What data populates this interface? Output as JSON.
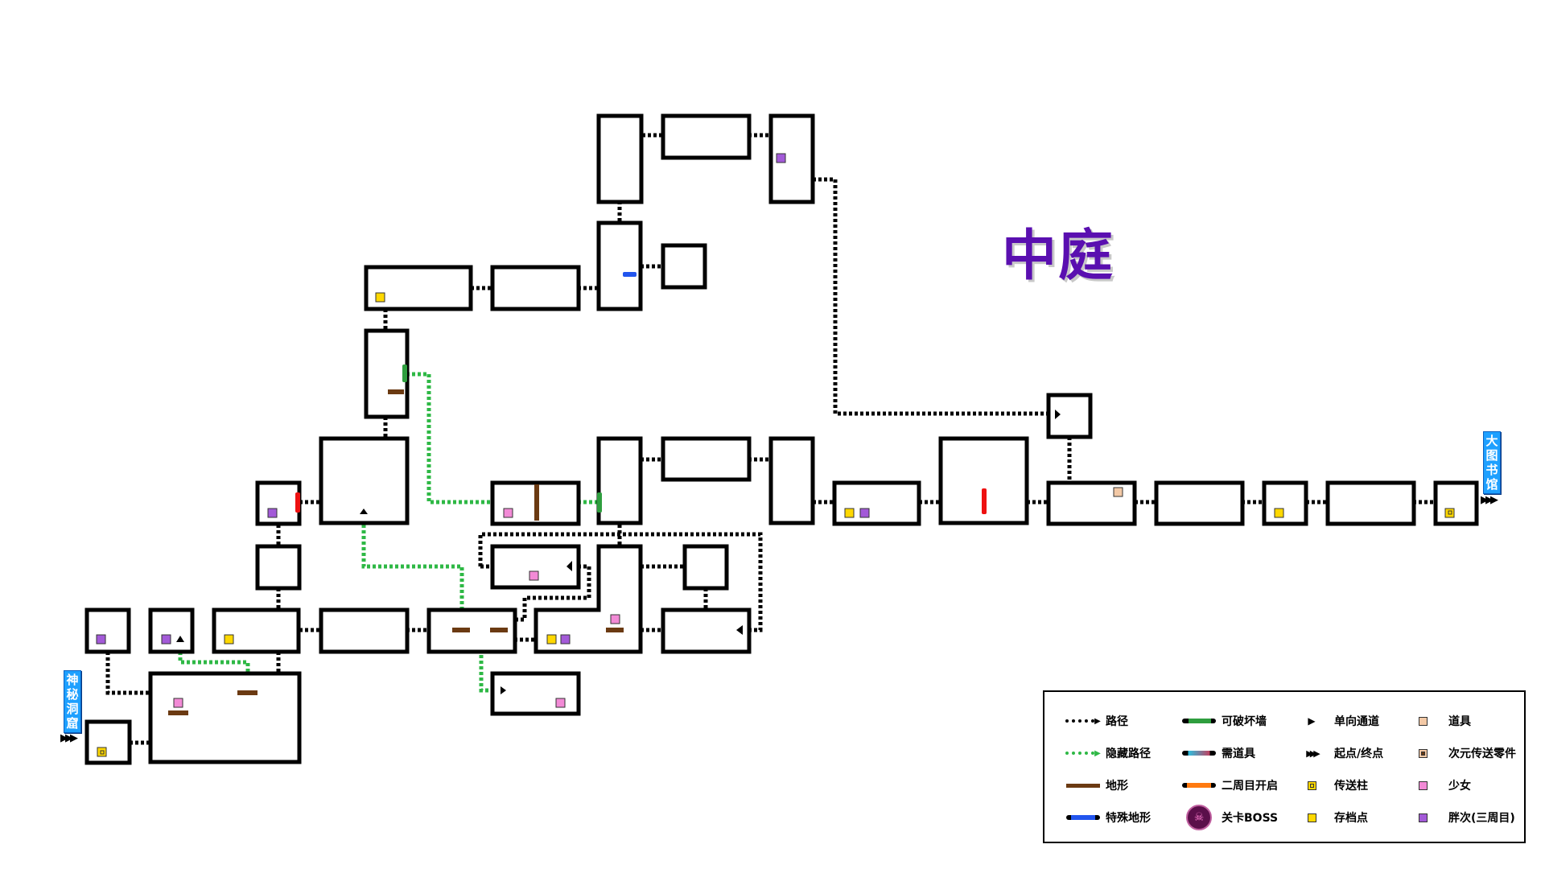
{
  "title": "中庭",
  "exits": {
    "left": {
      "label": "神秘洞窟",
      "chars": [
        "神",
        "秘",
        "洞",
        "窟"
      ]
    },
    "right": {
      "label": "大图书馆",
      "chars": [
        "大",
        "图",
        "书",
        "馆"
      ]
    }
  },
  "legend": [
    {
      "key": "path",
      "label": "路径",
      "icon": "dotted-arrow-icon"
    },
    {
      "key": "breakable-wall",
      "label": "可破坏墙",
      "icon": "green-bar-icon"
    },
    {
      "key": "one-way",
      "label": "单向通道",
      "icon": "triangle-right-icon"
    },
    {
      "key": "item",
      "label": "道具",
      "icon": "tan-square-icon"
    },
    {
      "key": "hidden-path",
      "label": "隐藏路径",
      "icon": "green-dotted-arrow-icon"
    },
    {
      "key": "needs-item",
      "label": "需道具",
      "icon": "gradient-bar-icon"
    },
    {
      "key": "start-end",
      "label": "起点/终点",
      "icon": "triple-arrow-icon"
    },
    {
      "key": "dimension-part",
      "label": "次元传送零件",
      "icon": "framed-brown-square-icon"
    },
    {
      "key": "terrain",
      "label": "地形",
      "icon": "brown-bar-icon"
    },
    {
      "key": "second-playthrough",
      "label": "二周目开启",
      "icon": "orange-bar-icon"
    },
    {
      "key": "teleport-pillar",
      "label": "传送柱",
      "icon": "framed-yellow-square-icon"
    },
    {
      "key": "girl",
      "label": "少女",
      "icon": "pink-square-icon"
    },
    {
      "key": "special-terrain",
      "label": "特殊地形",
      "icon": "blue-bar-icon"
    },
    {
      "key": "boss",
      "label": "关卡BOSS",
      "icon": "skull-icon"
    },
    {
      "key": "save-point",
      "label": "存档点",
      "icon": "yellow-square-icon"
    },
    {
      "key": "fat-jiro",
      "label": "胖次(三周目)",
      "icon": "purple-square-icon"
    }
  ],
  "colors": {
    "path": "#000000",
    "hidden_path": "#2eb845",
    "breakable_wall": "#2e9e3e",
    "terrain": "#6b3a12",
    "special_terrain": "#2255ee",
    "second_playthrough": "#ff7a10",
    "item": "#f3c9a6",
    "girl": "#f28ad6",
    "save_point": "#ffd800",
    "fat_jiro": "#a35ad8",
    "locked_door": "#ee1111",
    "title": "#5a0fb0",
    "exit_sign": "#1ea0ff"
  }
}
